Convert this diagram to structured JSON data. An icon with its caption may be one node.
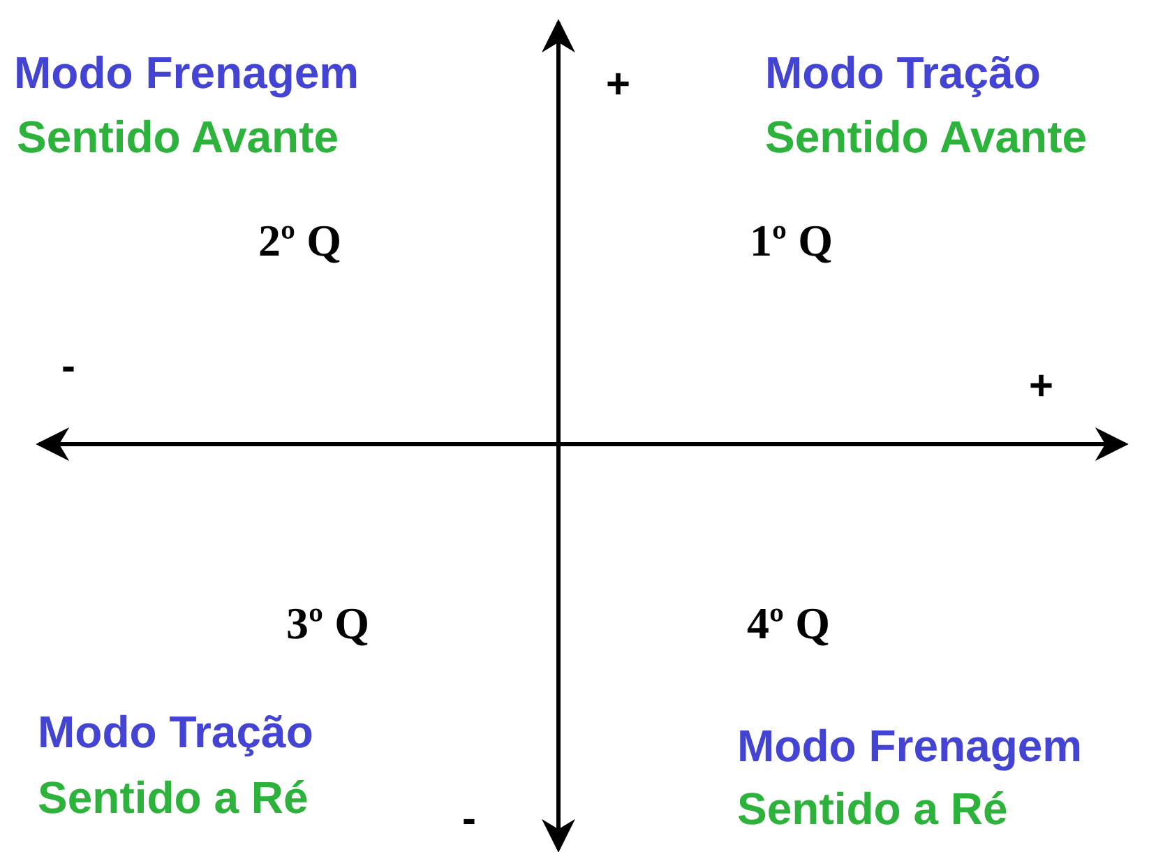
{
  "diagram": {
    "labels": [
      "Modo Frenagem",
      "+",
      "Modo Tração",
      "Sentido Avante",
      "Sentido Avante",
      "2º Q",
      "1º Q",
      "-",
      "+",
      "3º Q",
      "4º Q",
      "Modo Tração",
      "Modo Frenagem",
      "Sentido a Ré",
      "Sentido a Ré",
      "-"
    ]
  }
}
